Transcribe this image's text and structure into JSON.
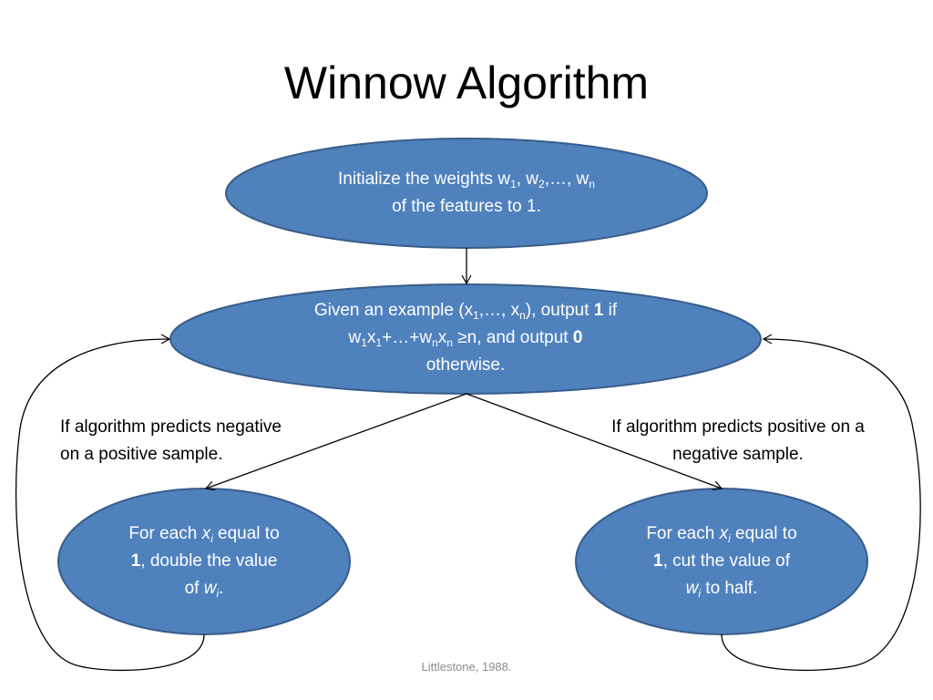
{
  "slide": {
    "title": "Winnow Algorithm",
    "footer": "Littlestone, 1988."
  },
  "nodes": {
    "init": {
      "prefix": "Initialize the weights w",
      "s1": "1",
      "c1": ", w",
      "s2": "2",
      "c2": ",…, w",
      "sn": "n",
      "line2": "of the features to 1."
    },
    "predict": {
      "l1a": "Given an example (x",
      "l1s1": "1",
      "l1b": ",…, x",
      "l1sn": "n",
      "l1c": "), output ",
      "l1bold": "1",
      "l1d": " if",
      "l2a": "w",
      "l2s1": "1",
      "l2b": "x",
      "l2s2": "1",
      "l2c": "+…+w",
      "l2s3": "n",
      "l2d": "x",
      "l2s4": "n",
      "l2e": " ≥n, and output ",
      "l2bold": "0",
      "l3": "otherwise."
    },
    "promote": {
      "l1a": "For each ",
      "l1var": "x",
      "l1sub": "i",
      "l1b": " equal to",
      "l2bold": "1",
      "l2rest": ", double the value",
      "l3a": "of ",
      "l3var": "w",
      "l3sub": "i",
      "l3end": "."
    },
    "demote": {
      "l1a": "For each ",
      "l1var": "x",
      "l1sub": "i",
      "l1b": " equal to",
      "l2bold": "1",
      "l2rest": ", cut the value of",
      "l3var": "w",
      "l3sub": "i",
      "l3rest": " to half."
    }
  },
  "edge_labels": {
    "left": [
      "If algorithm predicts negative",
      "on a positive sample."
    ],
    "right": [
      "If algorithm predicts positive on a",
      "negative sample."
    ]
  },
  "colors": {
    "node_fill": "#4f81bd",
    "node_stroke": "#385d8a",
    "node_text": "#ffffff",
    "edge": "#000000",
    "footer": "#8c8c8c"
  }
}
